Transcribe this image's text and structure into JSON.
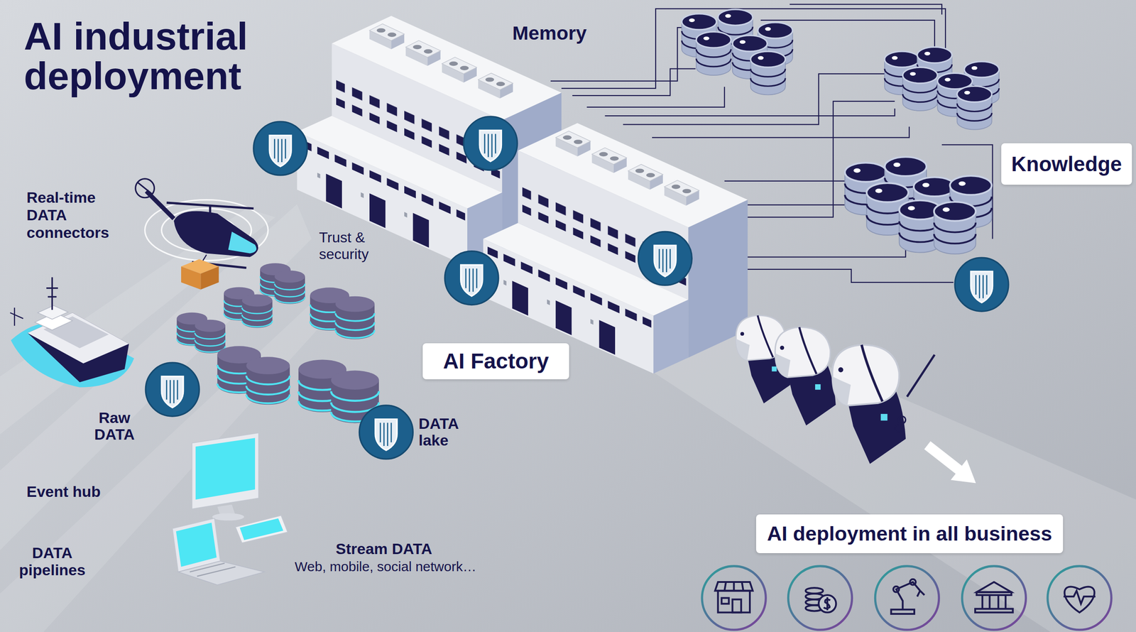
{
  "diagram": {
    "title": "AI industrial deployment",
    "nodes": [
      {
        "text": [
          "Knowledge"
        ]
      },
      {
        "text": [
          "AI Factory"
        ]
      },
      {
        "text": [
          "AI deployment in all business"
        ]
      }
    ],
    "labels": [
      "Memory",
      "Real-time DATA connectors",
      "Trust & security",
      "Raw DATA",
      "DATA lake",
      "Event hub",
      "Stream DATA",
      "DATA pipelines",
      "Web, mobile, social network…"
    ]
  }
}
